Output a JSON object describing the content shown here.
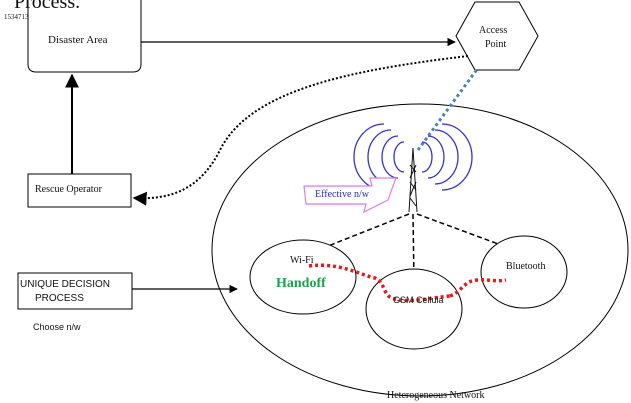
{
  "header": {
    "cut_text": "Process.",
    "tiny_mark": "1534713"
  },
  "nodes": {
    "disaster_area": "Disaster Area",
    "access_point_line1": "Access",
    "access_point_line2": "Point",
    "rescue_operator": "Rescue Operator",
    "decision_line1": "UNIQUE DECISION",
    "decision_line2": "PROCESS",
    "choose": "Choose n/w",
    "effective": "Effective n/w",
    "wifi": "Wi-Fi",
    "handoff": "Handoff",
    "bluetooth": "Bluetooth",
    "gsm": "GSM Cellula",
    "heterogeneous": "Heterogeneous Network"
  },
  "colors": {
    "handoff_text": "#1fa04a",
    "handoff_dots": "#e41a1a",
    "access_link": "#4f81bd",
    "tower_waves": "#3535c8",
    "effective_arrow": "#e07be0"
  }
}
